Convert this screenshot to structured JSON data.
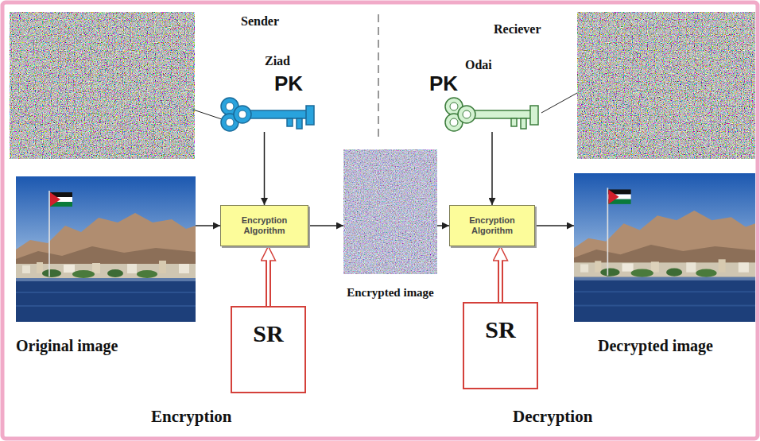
{
  "diagram": {
    "nodes": [
      {
        "text": [
          "Original image"
        ]
      },
      {
        "text": [
          "PK"
        ]
      },
      {
        "text": [
          "Encryption Algorithm"
        ]
      },
      {
        "text": [
          "SR"
        ]
      },
      {
        "text": [
          "Encrypted image"
        ]
      },
      {
        "text": [
          "PK"
        ]
      },
      {
        "text": [
          "Encryption Algorithm"
        ]
      },
      {
        "text": [
          "SR"
        ]
      },
      {
        "text": [
          "Decrypted image"
        ]
      }
    ],
    "edges": [
      {
        "from": 0,
        "to": 2,
        "arrow": "to"
      },
      {
        "from": 1,
        "to": 2,
        "arrow": "to"
      },
      {
        "from": 3,
        "to": 2,
        "arrow": "to"
      },
      {
        "from": 2,
        "to": 4,
        "arrow": "to"
      },
      {
        "from": 4,
        "to": 6,
        "arrow": "to"
      },
      {
        "from": 5,
        "to": 6,
        "arrow": "to"
      },
      {
        "from": 7,
        "to": 6,
        "arrow": "to"
      },
      {
        "from": 6,
        "to": 8,
        "arrow": "to"
      }
    ],
    "labels": [
      "Sender",
      "Ziad",
      "Reciever",
      "Odai",
      "Encryption",
      "Decryption"
    ]
  }
}
